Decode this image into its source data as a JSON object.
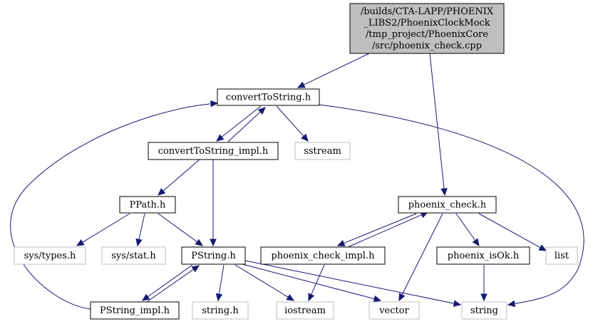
{
  "colors": {
    "edge": "#191970",
    "root_fill": "#bfbfbf",
    "node_border": "#000000",
    "external_border": "#bfbfbf",
    "text": "#000000",
    "background": "#ffffff"
  },
  "nodes": [
    {
      "id": "root",
      "lines": [
        "/builds/CTA-LAPP/PHOENIX",
        "_LIBS2/PhoenixClockMock",
        "/tmp_project/PhoenixCore",
        "/src/phoenix_check.cpp"
      ],
      "kind": "root"
    },
    {
      "id": "convertToString_h",
      "lines": [
        "convertToString.h"
      ],
      "kind": "local"
    },
    {
      "id": "convertToString_impl_h",
      "lines": [
        "convertToString_impl.h"
      ],
      "kind": "local"
    },
    {
      "id": "sstream",
      "lines": [
        "sstream"
      ],
      "kind": "external"
    },
    {
      "id": "PPath_h",
      "lines": [
        "PPath.h"
      ],
      "kind": "local"
    },
    {
      "id": "sys_types_h",
      "lines": [
        "sys/types.h"
      ],
      "kind": "external"
    },
    {
      "id": "sys_stat_h",
      "lines": [
        "sys/stat.h"
      ],
      "kind": "external"
    },
    {
      "id": "PString_h",
      "lines": [
        "PString.h"
      ],
      "kind": "local"
    },
    {
      "id": "PString_impl_h",
      "lines": [
        "PString_impl.h"
      ],
      "kind": "local"
    },
    {
      "id": "string_h",
      "lines": [
        "string.h"
      ],
      "kind": "external"
    },
    {
      "id": "iostream",
      "lines": [
        "iostream"
      ],
      "kind": "external"
    },
    {
      "id": "vector",
      "lines": [
        "vector"
      ],
      "kind": "external"
    },
    {
      "id": "string",
      "lines": [
        "string"
      ],
      "kind": "external"
    },
    {
      "id": "phoenix_check_h",
      "lines": [
        "phoenix_check.h"
      ],
      "kind": "local"
    },
    {
      "id": "phoenix_check_impl_h",
      "lines": [
        "phoenix_check_impl.h"
      ],
      "kind": "local"
    },
    {
      "id": "phoenix_isOk_h",
      "lines": [
        "phoenix_isOk.h"
      ],
      "kind": "local"
    },
    {
      "id": "list",
      "lines": [
        "list"
      ],
      "kind": "external"
    }
  ],
  "edges": [
    {
      "from": "root",
      "to": "convertToString_h"
    },
    {
      "from": "root",
      "to": "phoenix_check_h"
    },
    {
      "from": "convertToString_h",
      "to": "convertToString_impl_h"
    },
    {
      "from": "convertToString_h",
      "to": "sstream"
    },
    {
      "from": "convertToString_h",
      "to": "string"
    },
    {
      "from": "convertToString_impl_h",
      "to": "convertToString_h"
    },
    {
      "from": "convertToString_impl_h",
      "to": "PPath_h"
    },
    {
      "from": "convertToString_impl_h",
      "to": "PString_h"
    },
    {
      "from": "PPath_h",
      "to": "sys_types_h"
    },
    {
      "from": "PPath_h",
      "to": "sys_stat_h"
    },
    {
      "from": "PPath_h",
      "to": "PString_h"
    },
    {
      "from": "PString_h",
      "to": "PString_impl_h"
    },
    {
      "from": "PString_h",
      "to": "string_h"
    },
    {
      "from": "PString_h",
      "to": "iostream"
    },
    {
      "from": "PString_h",
      "to": "vector"
    },
    {
      "from": "PString_h",
      "to": "string"
    },
    {
      "from": "PString_impl_h",
      "to": "PString_h"
    },
    {
      "from": "PString_impl_h",
      "to": "convertToString_h"
    },
    {
      "from": "phoenix_check_h",
      "to": "phoenix_check_impl_h"
    },
    {
      "from": "phoenix_check_h",
      "to": "phoenix_isOk_h"
    },
    {
      "from": "phoenix_check_h",
      "to": "vector"
    },
    {
      "from": "phoenix_check_h",
      "to": "list"
    },
    {
      "from": "phoenix_check_impl_h",
      "to": "phoenix_check_h"
    },
    {
      "from": "phoenix_check_impl_h",
      "to": "iostream"
    },
    {
      "from": "phoenix_isOk_h",
      "to": "string"
    }
  ]
}
